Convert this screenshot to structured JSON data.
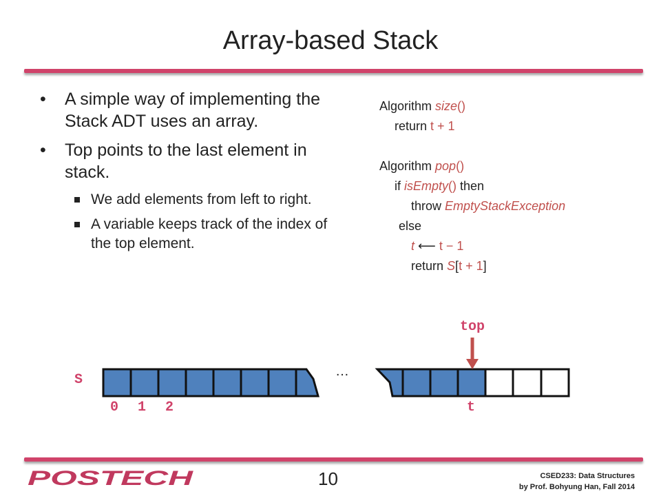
{
  "title": "Array-based Stack",
  "bullets": [
    {
      "text": "A simple way of implementing the Stack ADT uses an array."
    },
    {
      "text": "Top points to the last element in stack.",
      "sub": [
        {
          "text": "We add elements from left to right."
        },
        {
          "text": "A variable keeps track of the index of the top element."
        }
      ]
    }
  ],
  "algorithm": {
    "size_line": {
      "kw": "Algorithm ",
      "name": "size",
      "parens": "()"
    },
    "size_return": {
      "kw": "return ",
      "expr": "t + 1"
    },
    "pop_line": {
      "kw": "Algorithm ",
      "name": "pop",
      "parens": "()"
    },
    "pop_if": {
      "kw1": "if ",
      "fn": "isEmpty",
      "parens": "()",
      "kw2": " then"
    },
    "pop_throw": {
      "kw": "throw ",
      "exc": "EmptyStackException"
    },
    "pop_else": "else",
    "pop_assign": {
      "lhs": "t",
      "arrow": " ⟵ ",
      "rhs": "t − 1"
    },
    "pop_return": {
      "kw": "return ",
      "arr": "S",
      "open": "[",
      "idx": "t + 1",
      "close": "]"
    }
  },
  "diagram": {
    "array_label": "S",
    "indices": [
      "0",
      "1",
      "2"
    ],
    "ellipsis": "…",
    "top_label": "top",
    "t_label": "t",
    "fill_color": "#4f81bd",
    "accent_color": "#c0504d"
  },
  "footer": {
    "logo_text": "POSTECH",
    "page_number": "10",
    "credit_line1": "CSED233: Data Structures",
    "credit_line2": "by Prof. Bohyung Han, Fall 2014"
  },
  "colors": {
    "rule": "#d0436a",
    "label": "#d0436a"
  }
}
